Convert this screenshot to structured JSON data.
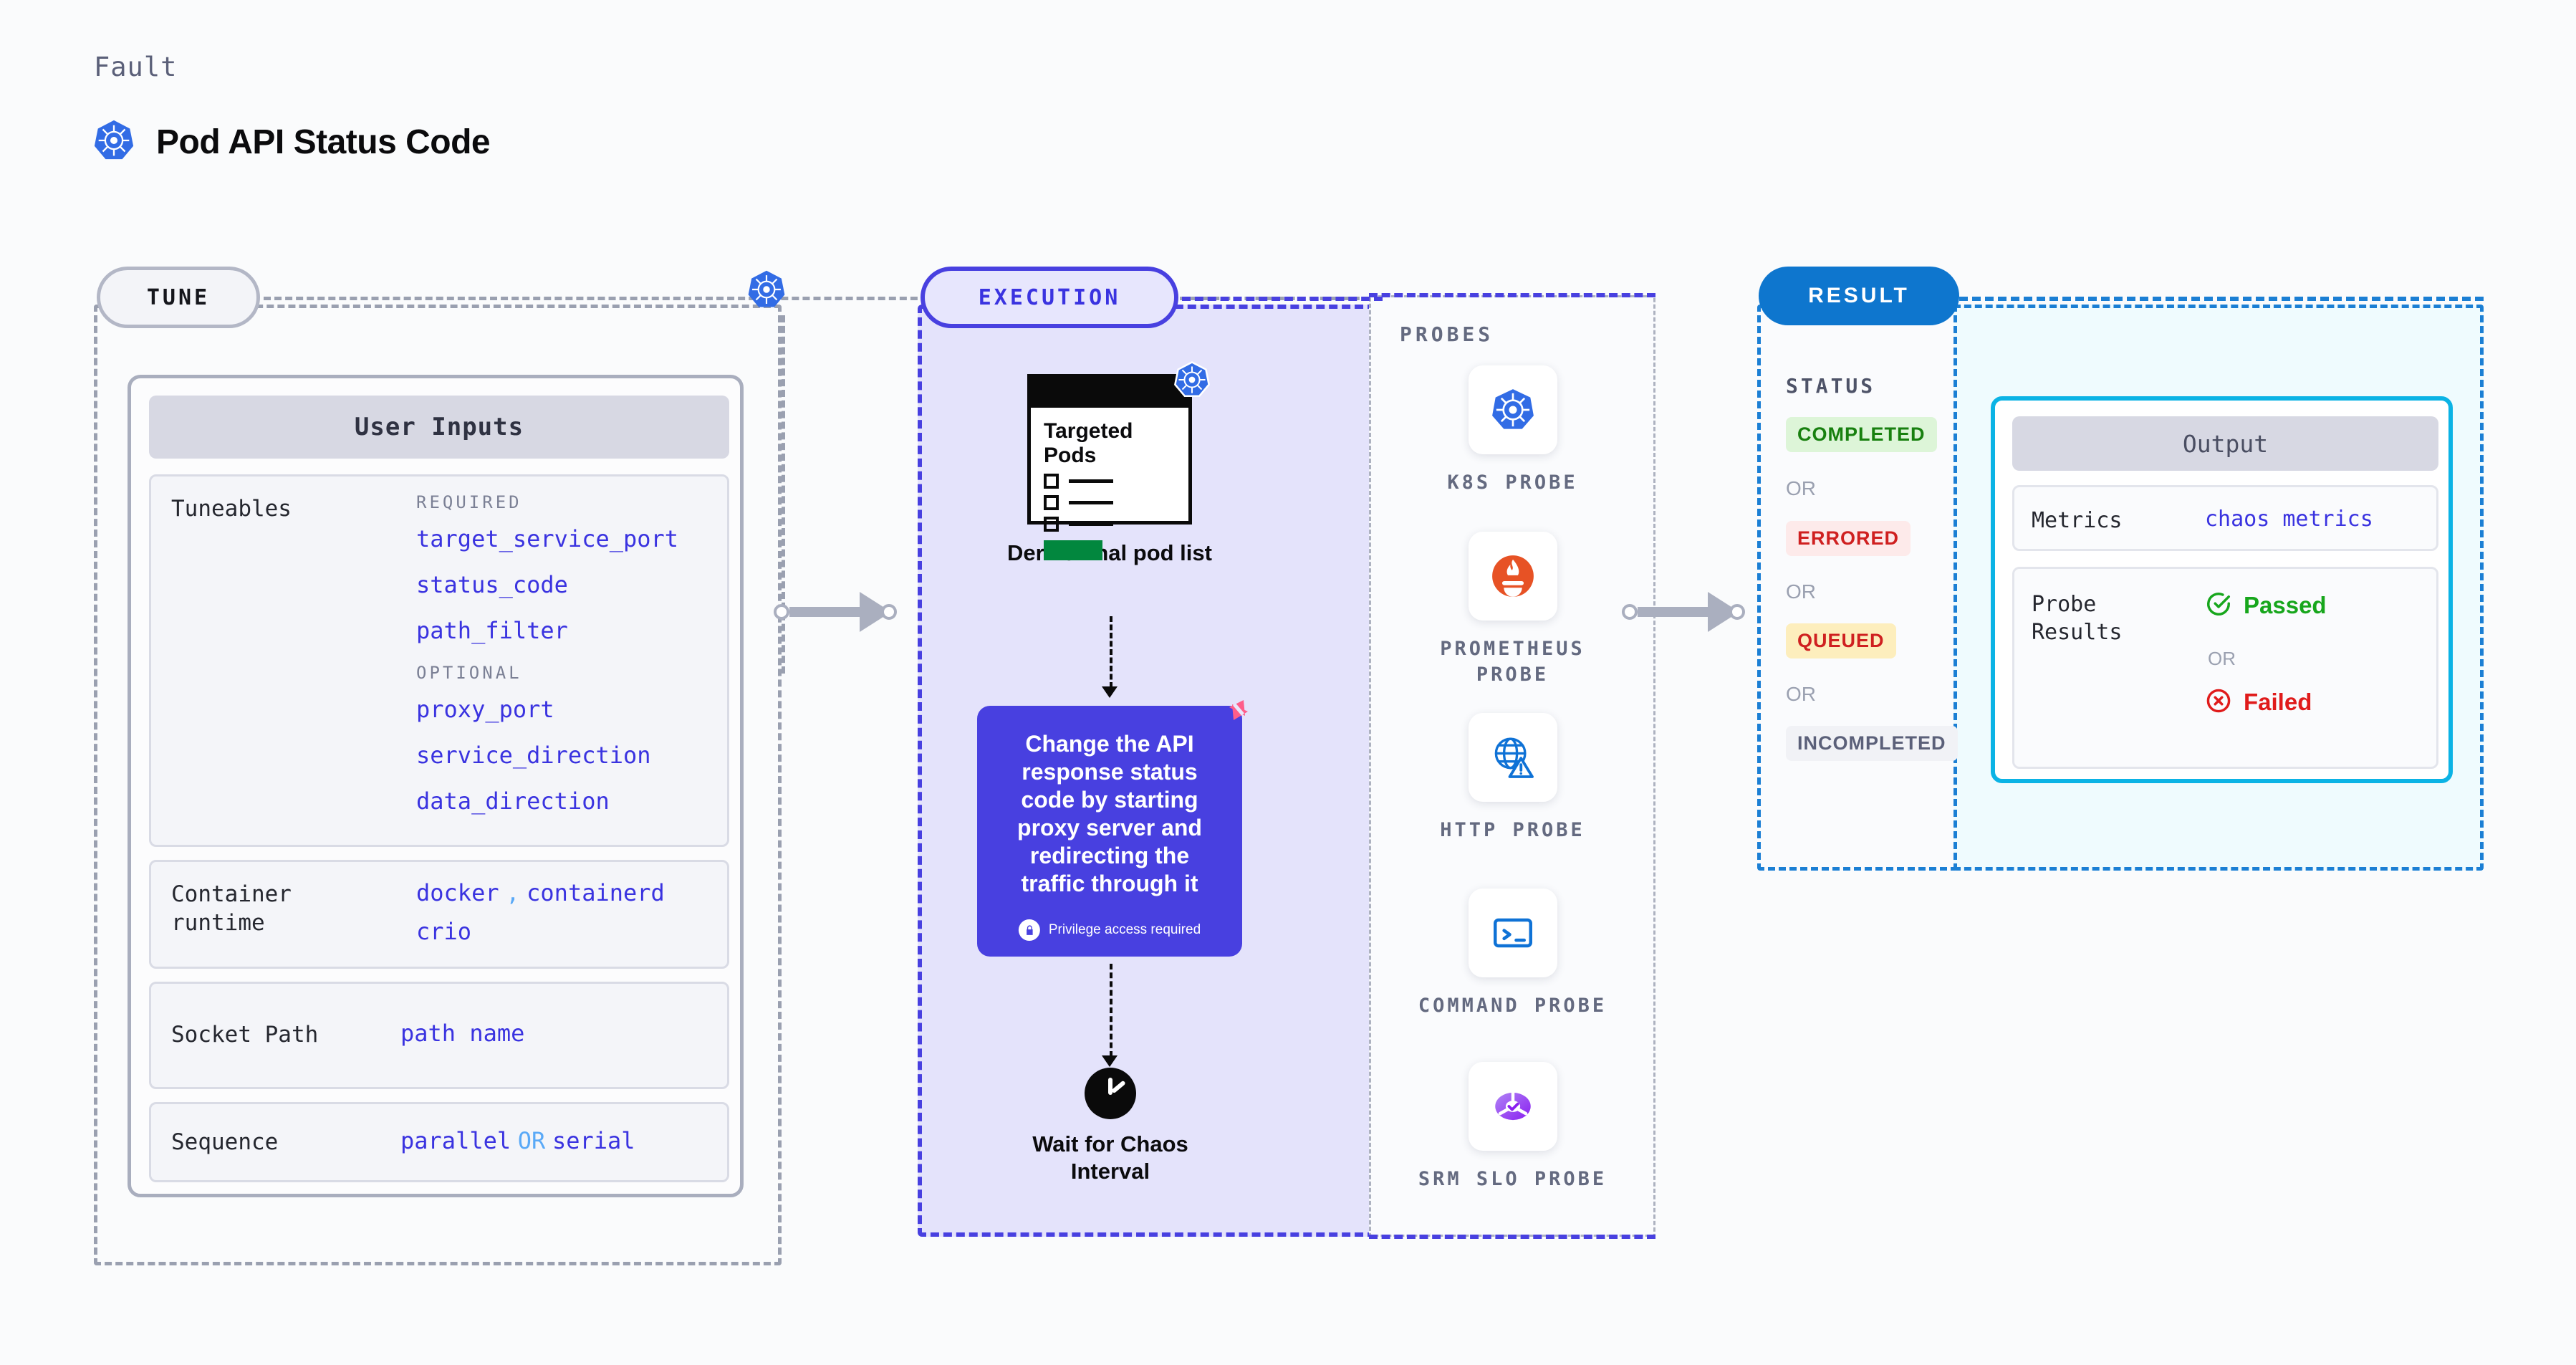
{
  "header": {
    "eyebrow": "Fault",
    "title": "Pod API Status Code",
    "icon": "kubernetes-icon"
  },
  "tune": {
    "pill": "TUNE",
    "card_title": "User Inputs",
    "rows": [
      {
        "label": "Tuneables",
        "groups": [
          {
            "heading": "REQUIRED",
            "items": [
              "target_service_port",
              "status_code",
              "path_filter"
            ]
          },
          {
            "heading": "OPTIONAL",
            "items": [
              "proxy_port",
              "service_direction",
              "data_direction"
            ]
          }
        ]
      },
      {
        "label": "Container runtime",
        "values": [
          "docker",
          ",",
          "containerd",
          "crio"
        ]
      },
      {
        "label": "Socket Path",
        "values": [
          "path name"
        ]
      },
      {
        "label": "Sequence",
        "values": [
          "parallel",
          "OR",
          "serial"
        ]
      }
    ]
  },
  "execution": {
    "pill": "EXECUTION",
    "pods_card": {
      "title": "Targeted Pods",
      "badge_icon": "kubernetes-icon"
    },
    "pods_caption": "Derive final pod list",
    "action": {
      "text": "Change the API response status code by starting proxy server and redirecting the traffic through it",
      "privilege": "Privilege access required",
      "lock_icon": "lock-icon",
      "ribbon_icon": "harness-logo-icon"
    },
    "wait": {
      "icon": "clock-icon",
      "caption": "Wait for Chaos Interval"
    }
  },
  "probes": {
    "label": "PROBES",
    "items": [
      {
        "name": "K8S PROBE",
        "icon": "kubernetes-icon"
      },
      {
        "name": "PROMETHEUS PROBE",
        "icon": "prometheus-icon"
      },
      {
        "name": "HTTP PROBE",
        "icon": "http-globe-warning-icon"
      },
      {
        "name": "COMMAND PROBE",
        "icon": "terminal-icon"
      },
      {
        "name": "SRM SLO PROBE",
        "icon": "srm-slo-icon"
      }
    ]
  },
  "result": {
    "pill": "RESULT",
    "status_label": "STATUS",
    "or_label": "OR",
    "statuses": [
      {
        "label": "COMPLETED",
        "bg": "#ddf5d8",
        "color": "#18800f"
      },
      {
        "label": "ERRORED",
        "bg": "#fdeaea",
        "color": "#cf2020"
      },
      {
        "label": "QUEUED",
        "bg": "#fdeebd",
        "color": "#cf2020"
      },
      {
        "label": "INCOMPLETED",
        "bg": "#f1f2f6",
        "color": "#5b6079"
      }
    ],
    "output": {
      "title": "Output",
      "metrics_label": "Metrics",
      "metrics_value": "chaos metrics",
      "probe_results_label": "Probe Results",
      "passed": "Passed",
      "failed": "Failed",
      "or_label": "OR",
      "passed_icon": "check-circle-icon",
      "failed_icon": "x-circle-icon"
    }
  },
  "colors": {
    "accent_indigo": "#3a33e0",
    "accent_blue": "#0e76ce",
    "accent_cyan": "#0bb3e5",
    "k8s_blue": "#326ce5",
    "pink": "#ff5e8a"
  }
}
